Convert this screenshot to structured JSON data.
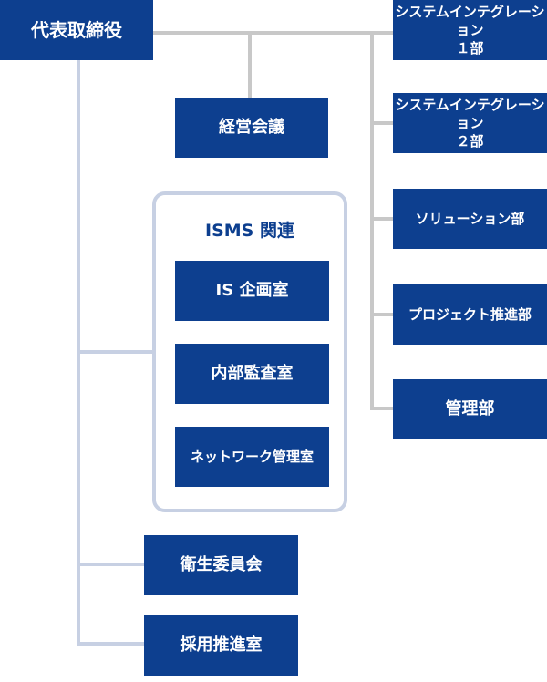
{
  "ceo": "代表取締役",
  "management_meeting": "経営会議",
  "departments": [
    {
      "line1": "システムインテグレーション",
      "line2": "１部"
    },
    {
      "line1": "システムインテグレーション",
      "line2": "２部"
    },
    {
      "label": "ソリューション部"
    },
    {
      "label": "プロジェクト推進部"
    },
    {
      "label": "管理部"
    }
  ],
  "isms": {
    "title": "ISMS 関連",
    "items": [
      "IS 企画室",
      "内部監査室",
      "ネットワーク管理室"
    ]
  },
  "committees": [
    "衛生委員会",
    "採用推進室"
  ],
  "colors": {
    "box": "#0d3f8f",
    "connector_gray": "#c8c8c8",
    "connector_blue": "#c7d0e3"
  }
}
